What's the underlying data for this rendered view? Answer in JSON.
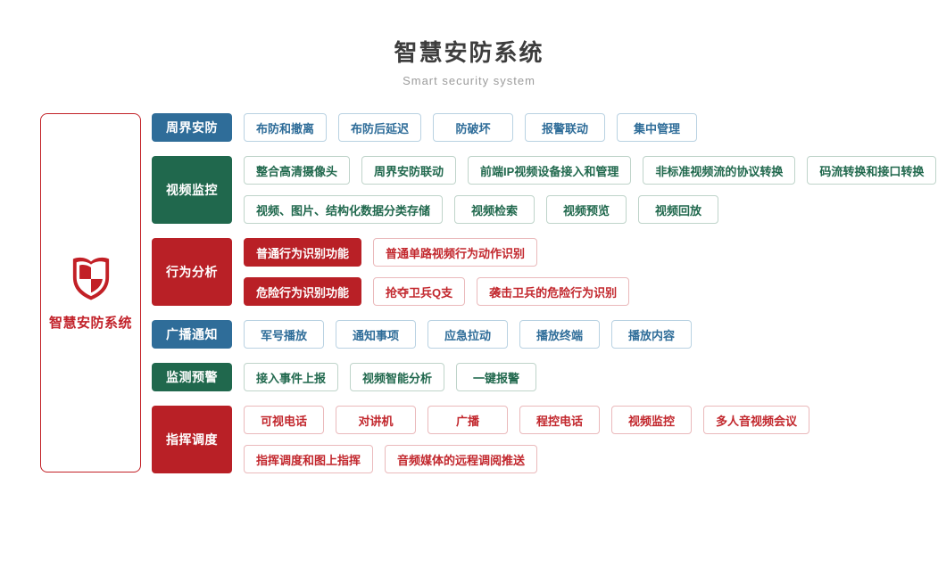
{
  "header": {
    "title": "智慧安防系统",
    "subtitle": "Smart security system"
  },
  "brand": {
    "label": "智慧安防系统",
    "icon": "shield-icon"
  },
  "colors": {
    "blue": "#2f6d99",
    "green": "#20684d",
    "red": "#b92026",
    "red_text": "#c2272d",
    "blue_chip_border": "#b9d2e2",
    "green_chip_border": "#bfd4ca",
    "red_chip_border": "#eab9bb",
    "title_text": "#3d3d3d",
    "subtitle_text": "#9c9c9c"
  },
  "groups": [
    {
      "label": "周界安防",
      "theme": "blue",
      "lines": [
        [
          {
            "text": "布防和撤离",
            "style": "outline"
          },
          {
            "text": "布防后延迟",
            "style": "outline"
          },
          {
            "text": "防破坏",
            "style": "outline"
          },
          {
            "text": "报警联动",
            "style": "outline"
          },
          {
            "text": "集中管理",
            "style": "outline"
          }
        ]
      ]
    },
    {
      "label": "视频监控",
      "theme": "green",
      "lines": [
        [
          {
            "text": "整合高清摄像头",
            "style": "outline"
          },
          {
            "text": "周界安防联动",
            "style": "outline"
          },
          {
            "text": "前端IP视频设备接入和管理",
            "style": "outline"
          },
          {
            "text": "非标准视频流的协议转换",
            "style": "outline"
          },
          {
            "text": "码流转换和接口转换",
            "style": "outline"
          }
        ],
        [
          {
            "text": "视频、图片、结构化数据分类存储",
            "style": "outline"
          },
          {
            "text": "视频检索",
            "style": "outline"
          },
          {
            "text": "视频预览",
            "style": "outline"
          },
          {
            "text": "视频回放",
            "style": "outline"
          }
        ]
      ]
    },
    {
      "label": "行为分析",
      "theme": "red",
      "lines": [
        [
          {
            "text": "普通行为识别功能",
            "style": "filled"
          },
          {
            "text": "普通单路视频行为动作识别",
            "style": "outline"
          }
        ],
        [
          {
            "text": "危险行为识别功能",
            "style": "filled"
          },
          {
            "text": "抢夺卫兵Q支",
            "style": "outline"
          },
          {
            "text": "袭击卫兵的危险行为识别",
            "style": "outline"
          }
        ]
      ]
    },
    {
      "label": "广播通知",
      "theme": "blue",
      "lines": [
        [
          {
            "text": "军号播放",
            "style": "outline"
          },
          {
            "text": "通知事项",
            "style": "outline"
          },
          {
            "text": "应急拉动",
            "style": "outline"
          },
          {
            "text": "播放终端",
            "style": "outline"
          },
          {
            "text": "播放内容",
            "style": "outline"
          }
        ]
      ]
    },
    {
      "label": "监测预警",
      "theme": "green",
      "lines": [
        [
          {
            "text": "接入事件上报",
            "style": "outline"
          },
          {
            "text": "视频智能分析",
            "style": "outline"
          },
          {
            "text": "一键报警",
            "style": "outline"
          }
        ]
      ]
    },
    {
      "label": "指挥调度",
      "theme": "red",
      "lines": [
        [
          {
            "text": "可视电话",
            "style": "outline"
          },
          {
            "text": "对讲机",
            "style": "outline"
          },
          {
            "text": "广播",
            "style": "outline"
          },
          {
            "text": "程控电话",
            "style": "outline"
          },
          {
            "text": "视频监控",
            "style": "outline"
          },
          {
            "text": "多人音视频会议",
            "style": "outline"
          }
        ],
        [
          {
            "text": "指挥调度和图上指挥",
            "style": "outline"
          },
          {
            "text": "音频媒体的远程调阅推送",
            "style": "outline"
          }
        ]
      ]
    }
  ]
}
